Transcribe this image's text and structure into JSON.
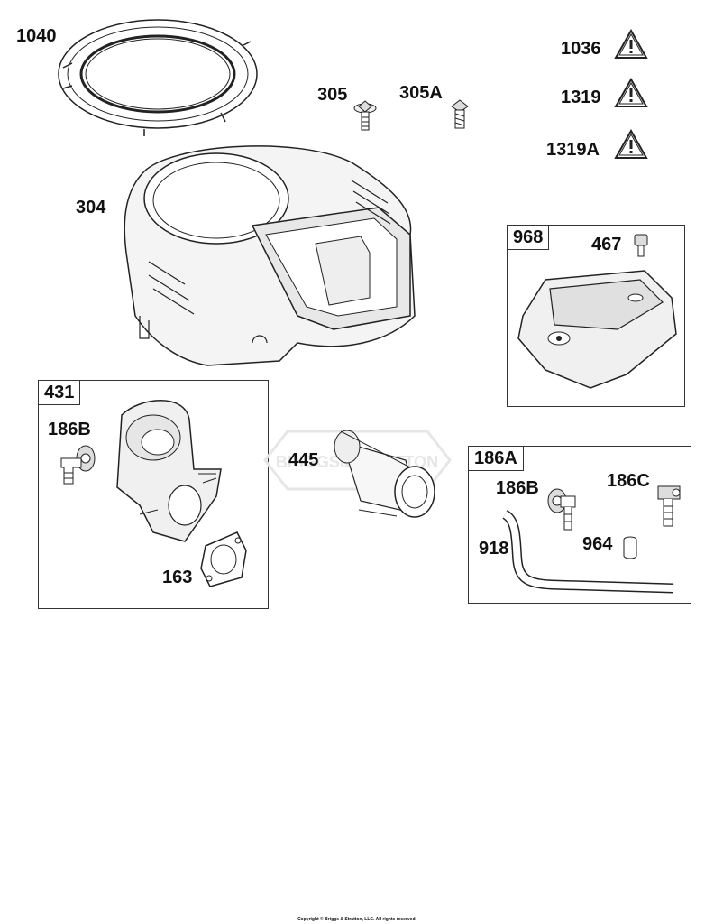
{
  "labels": {
    "p1040": "1040",
    "p305": "305",
    "p305a": "305A",
    "p1036": "1036",
    "p1319": "1319",
    "p1319a": "1319A",
    "p304": "304",
    "p968": "968",
    "p467": "467",
    "p431": "431",
    "p186b_left": "186B",
    "p163": "163",
    "p445": "445",
    "p186a": "186A",
    "p186b_right": "186B",
    "p186c": "186C",
    "p918": "918",
    "p964": "964"
  },
  "footer": {
    "copyright": "Copyright © Briggs & Stratton, LLC. All rights reserved."
  },
  "watermark": {
    "text": "BRIGGS&STRATTON"
  },
  "icons": {
    "warning": "warning-triangle-icon"
  },
  "colors": {
    "line": "#222222",
    "shade": "#e6e6e6",
    "dark": "#555555"
  }
}
